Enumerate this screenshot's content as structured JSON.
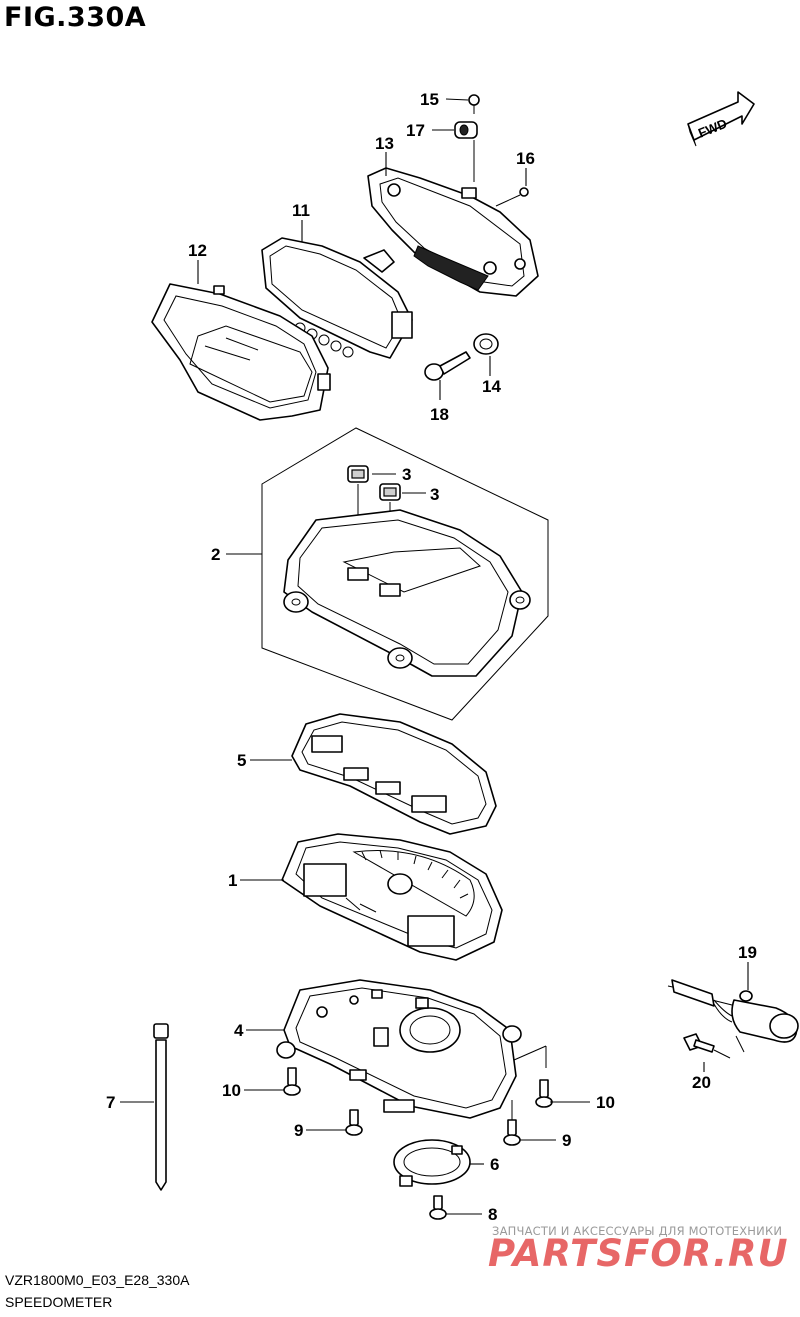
{
  "figure": {
    "title": "FIG.330A",
    "direction_label": "FWD"
  },
  "callouts": {
    "c1": "1",
    "c2": "2",
    "c3a": "3",
    "c3b": "3",
    "c4": "4",
    "c5": "5",
    "c6": "6",
    "c7": "7",
    "c8": "8",
    "c9a": "9",
    "c9b": "9",
    "c10a": "10",
    "c10b": "10",
    "c11": "11",
    "c12": "12",
    "c13": "13",
    "c14": "14",
    "c15": "15",
    "c16": "16",
    "c17": "17",
    "c18": "18",
    "c19": "19",
    "c20": "20"
  },
  "footer": {
    "model_code": "VZR1800M0_E03_E28_330A",
    "section_name": "SPEEDOMETER"
  },
  "watermark": {
    "tagline": "ЗАПЧАСТИ И АКСЕССУАРЫ ДЛЯ МОТОТЕХНИКИ",
    "brand": "PARTSFOR.RU"
  }
}
